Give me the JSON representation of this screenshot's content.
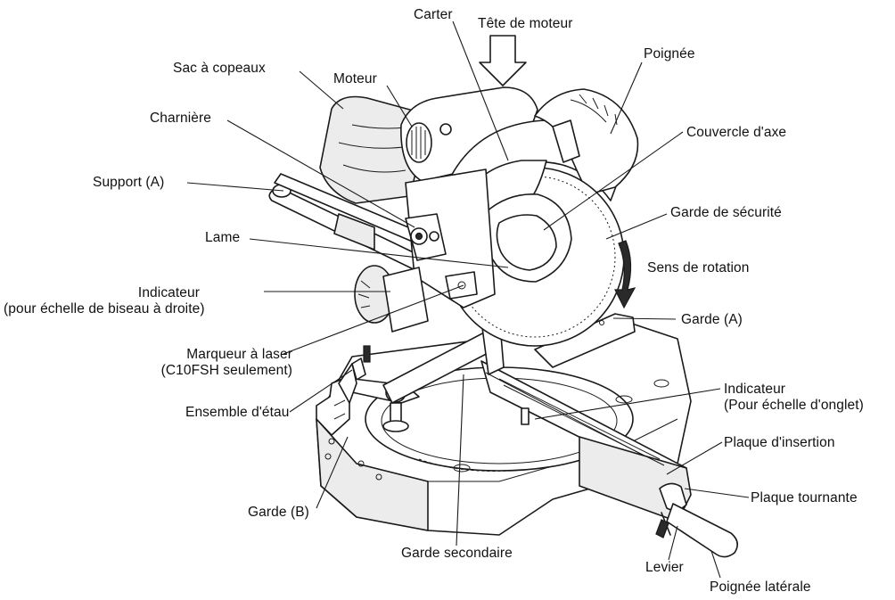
{
  "labels": {
    "carter": "Carter",
    "tete_moteur": "Tête de moteur",
    "poignee": "Poignée",
    "sac_copeaux": "Sac à copeaux",
    "moteur": "Moteur",
    "charniere": "Charnière",
    "couvercle_axe": "Couvercle d'axe",
    "support_a": "Support (A)",
    "garde_securite": "Garde de sécurité",
    "lame": "Lame",
    "sens_rotation": "Sens de rotation",
    "indicateur_biseau_1": "Indicateur",
    "indicateur_biseau_2": "(pour échelle de biseau à droite)",
    "garde_a": "Garde (A)",
    "marqueur_laser_1": "Marqueur à laser",
    "marqueur_laser_2": "(C10FSH seulement)",
    "indicateur_onglet_1": "Indicateur",
    "indicateur_onglet_2": "(Pour échelle d'onglet)",
    "ensemble_etau": "Ensemble d'étau",
    "plaque_insertion": "Plaque d'insertion",
    "plaque_tournante": "Plaque tournante",
    "garde_b": "Garde (B)",
    "garde_secondaire": "Garde secondaire",
    "levier": "Levier",
    "poignee_laterale": "Poignée latérale"
  }
}
